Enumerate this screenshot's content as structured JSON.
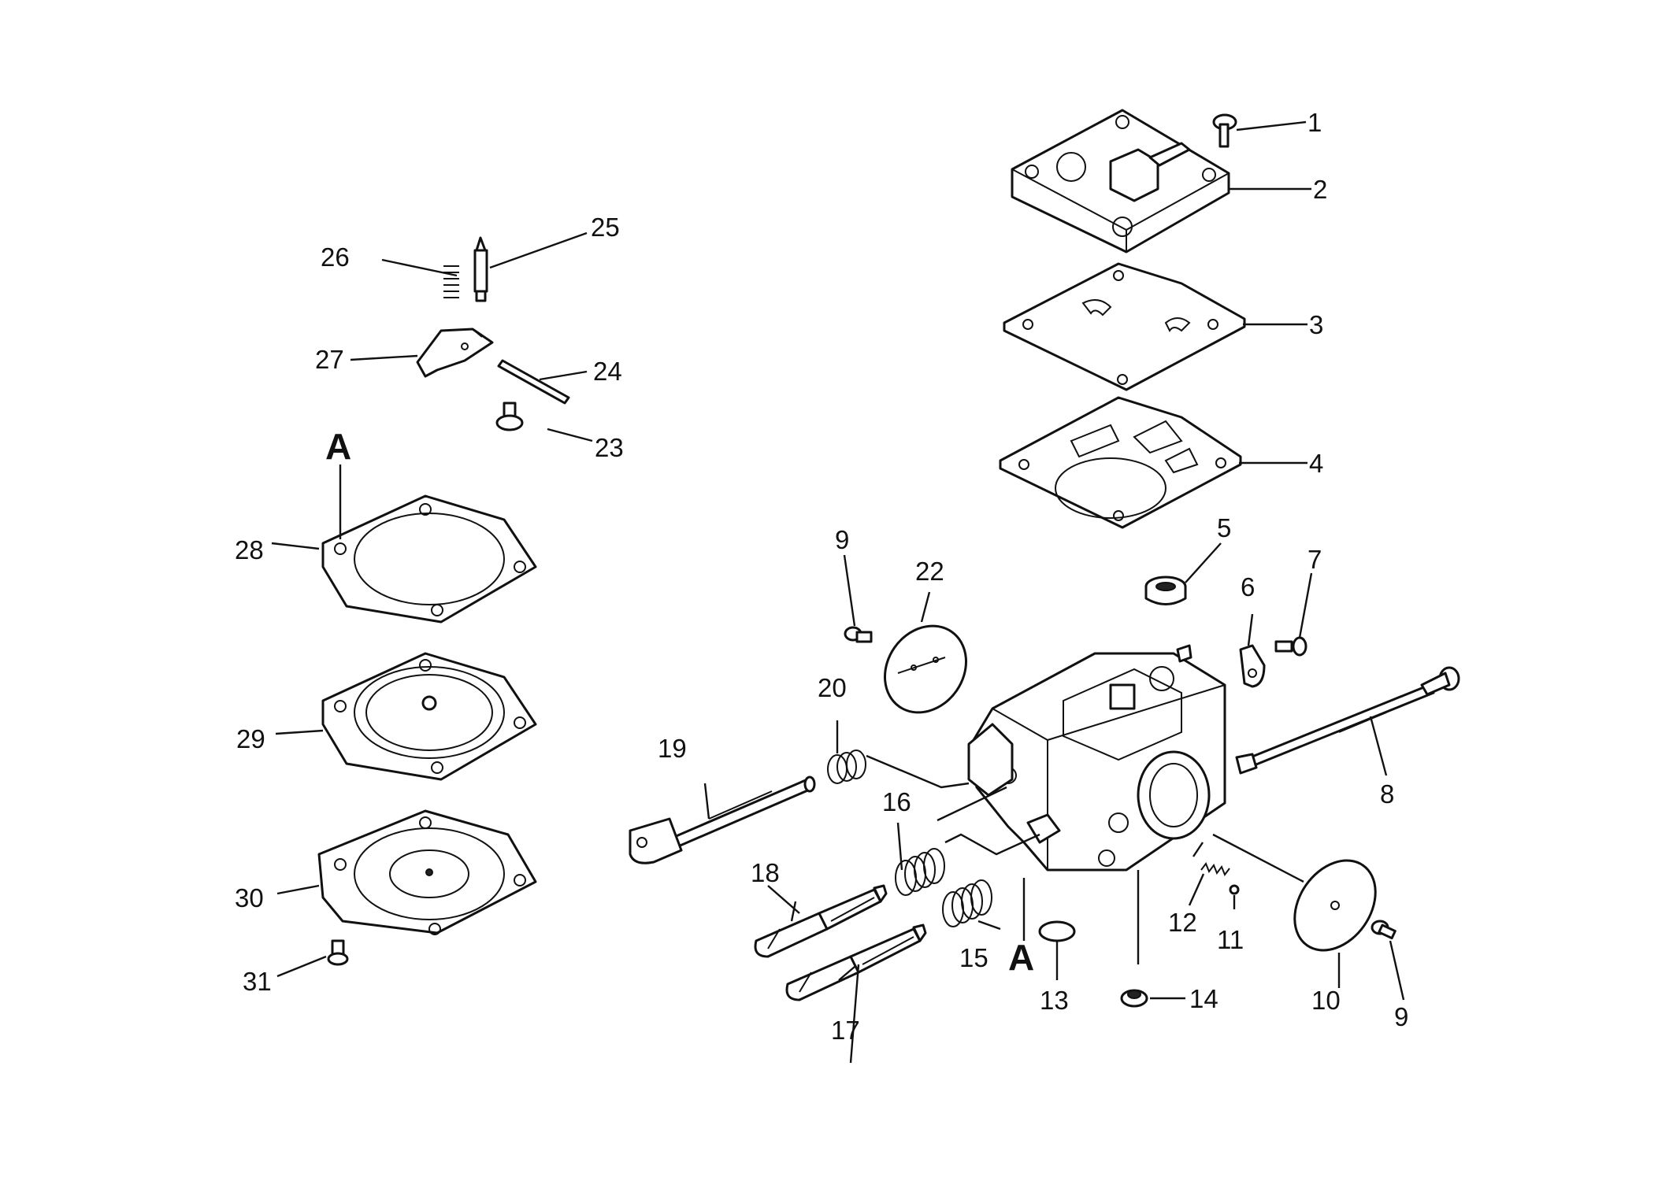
{
  "diagram": {
    "labels": [
      {
        "id": "1",
        "text": "1"
      },
      {
        "id": "2",
        "text": "2"
      },
      {
        "id": "3",
        "text": "3"
      },
      {
        "id": "4",
        "text": "4"
      },
      {
        "id": "5",
        "text": "5"
      },
      {
        "id": "6",
        "text": "6"
      },
      {
        "id": "7",
        "text": "7"
      },
      {
        "id": "8",
        "text": "8"
      },
      {
        "id": "9a",
        "text": "9"
      },
      {
        "id": "9b",
        "text": "9"
      },
      {
        "id": "10",
        "text": "10"
      },
      {
        "id": "11",
        "text": "11"
      },
      {
        "id": "12",
        "text": "12"
      },
      {
        "id": "13",
        "text": "13"
      },
      {
        "id": "14",
        "text": "14"
      },
      {
        "id": "15",
        "text": "15"
      },
      {
        "id": "16",
        "text": "16"
      },
      {
        "id": "17",
        "text": "17"
      },
      {
        "id": "18",
        "text": "18"
      },
      {
        "id": "19",
        "text": "19"
      },
      {
        "id": "20",
        "text": "20"
      },
      {
        "id": "22",
        "text": "22"
      },
      {
        "id": "23",
        "text": "23"
      },
      {
        "id": "24",
        "text": "24"
      },
      {
        "id": "25",
        "text": "25"
      },
      {
        "id": "26",
        "text": "26"
      },
      {
        "id": "27",
        "text": "27"
      },
      {
        "id": "28",
        "text": "28"
      },
      {
        "id": "29",
        "text": "29"
      },
      {
        "id": "30",
        "text": "30"
      },
      {
        "id": "31",
        "text": "31"
      },
      {
        "id": "A1",
        "text": "A"
      },
      {
        "id": "A2",
        "text": "A"
      }
    ]
  }
}
